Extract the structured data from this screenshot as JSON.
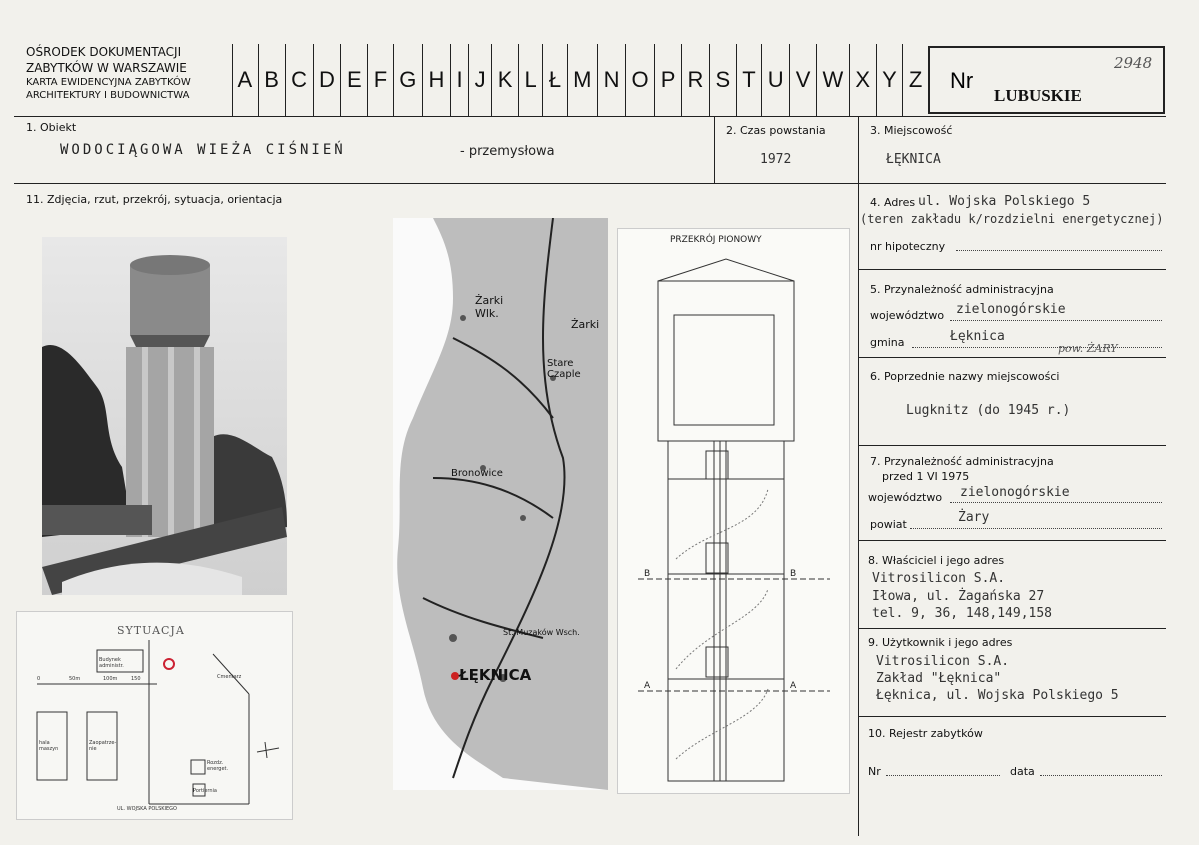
{
  "header": {
    "institution_line1": "OŚRODEK DOKUMENTACJI",
    "institution_line2": "ZABYTKÓW W WARSZAWIE",
    "institution_line3": "KARTA EWIDENCYJNA ZABYTKÓW",
    "institution_line4": "ARCHITEKTURY I BUDOWNICTWA",
    "letters": [
      "A",
      "B",
      "C",
      "D",
      "E",
      "F",
      "G",
      "H",
      "I",
      "J",
      "K",
      "L",
      "Ł",
      "M",
      "N",
      "O",
      "P",
      "R",
      "S",
      "T",
      "U",
      "V",
      "W",
      "X",
      "Y",
      "Z"
    ],
    "nr_label": "Nr",
    "nr_value": "2948",
    "region": "LUBUSKIE"
  },
  "field1": {
    "label": "1. Obiekt",
    "value": "WODOCIĄGOWA WIEŻA CIŚNIEŃ",
    "suffix": "- przemysłowa"
  },
  "field2": {
    "label": "2. Czas powstania",
    "value": "1972"
  },
  "field3": {
    "label": "3. Miejscowość",
    "value": "ŁĘKNICA"
  },
  "field11": {
    "label": "11. Zdjęcia, rzut, przekrój, sytuacja, orientacja"
  },
  "field4": {
    "label": "4. Adres",
    "value_line1": "ul. Wojska Polskiego 5",
    "value_line2": "(teren zakładu k/rozdzielni energetycznej)",
    "hipoteczny_label": "nr hipoteczny"
  },
  "field5": {
    "label": "5. Przynależność administracyjna",
    "woj_label": "województwo",
    "woj_value": "zielonogórskie",
    "gmina_label": "gmina",
    "gmina_value": "Łęknica",
    "note": "pow. ŻARY"
  },
  "field6": {
    "label": "6. Poprzednie nazwy miejscowości",
    "value": "Lugknitz (do 1945 r.)"
  },
  "field7": {
    "label_line1": "7. Przynależność administracyjna",
    "label_line2": "przed 1 VI 1975",
    "woj_label": "województwo",
    "woj_value": "zielonogórskie",
    "powiat_label": "powiat",
    "powiat_value": "Żary"
  },
  "field8": {
    "label": "8. Właściciel i jego adres",
    "line1": "Vitrosilicon S.A.",
    "line2": "Iłowa, ul. Żagańska 27",
    "line3": "tel. 9, 36, 148,149,158"
  },
  "field9": {
    "label": "9. Użytkownik i jego adres",
    "line1": "Vitrosilicon S.A.",
    "line2": "Zakład \"Łęknica\"",
    "line3": "Łęknica, ul. Wojska Polskiego 5"
  },
  "field10": {
    "label": "10. Rejestr zabytków",
    "nr_label": "Nr",
    "data_label": "data"
  },
  "situation": {
    "title": "SYTUACJA",
    "bldg1": "Budynek\nadministr.",
    "bldg2": "Cmentarz",
    "hall": "hala\nmaszyn",
    "store": "Zaopatrze-\nnie",
    "rozdz": "Rozdz.\nenerget.",
    "port": "Portiernia",
    "street": "UL. WOJSKA POLSKIEGO",
    "scale0": "0",
    "scale1": "50m",
    "scale2": "100m",
    "scale3": "150"
  },
  "map": {
    "zarki_wlk": "Żarki\nWlk.",
    "zarki": "Żarki",
    "stare_czaple": "Stare\nCzaple",
    "bronowice": "Bronowice",
    "muzakow": "St. Muzaków Wsch.",
    "leknica": "ŁĘKNICA"
  },
  "section": {
    "title": "PRZEKRÓJ PIONOWY",
    "b": "B",
    "a": "A"
  }
}
